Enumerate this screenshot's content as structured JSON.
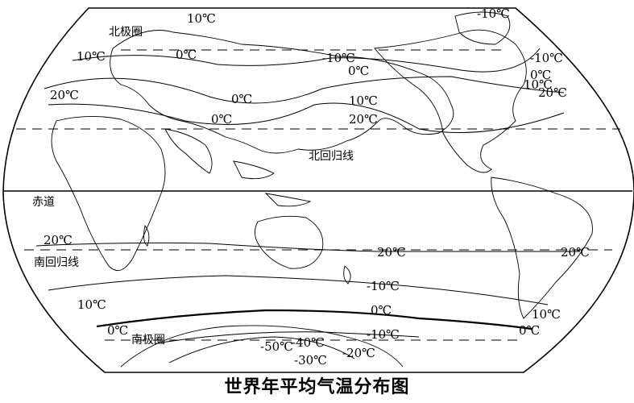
{
  "caption": "世界年平均气温分布图",
  "lines": {
    "equator": "赤道",
    "tropic_north": "北回归线",
    "tropic_south": "南回归线",
    "arctic_circle": "北极圈",
    "antarctic_circle": "南极圈"
  },
  "isotherm_labels": [
    "10℃",
    "-10℃",
    "0℃",
    "10℃",
    "20℃",
    "-10℃",
    "0℃",
    "0℃",
    "0℃",
    "10℃",
    "20℃",
    "-10℃",
    "0℃",
    "10℃",
    "20℃",
    "20℃",
    "20℃",
    "20℃",
    "-10℃",
    "10℃",
    "0℃",
    "10℃",
    "0℃",
    "0℃",
    "-10℃",
    "-50℃",
    "-40℃",
    "-30℃",
    "-20℃"
  ]
}
